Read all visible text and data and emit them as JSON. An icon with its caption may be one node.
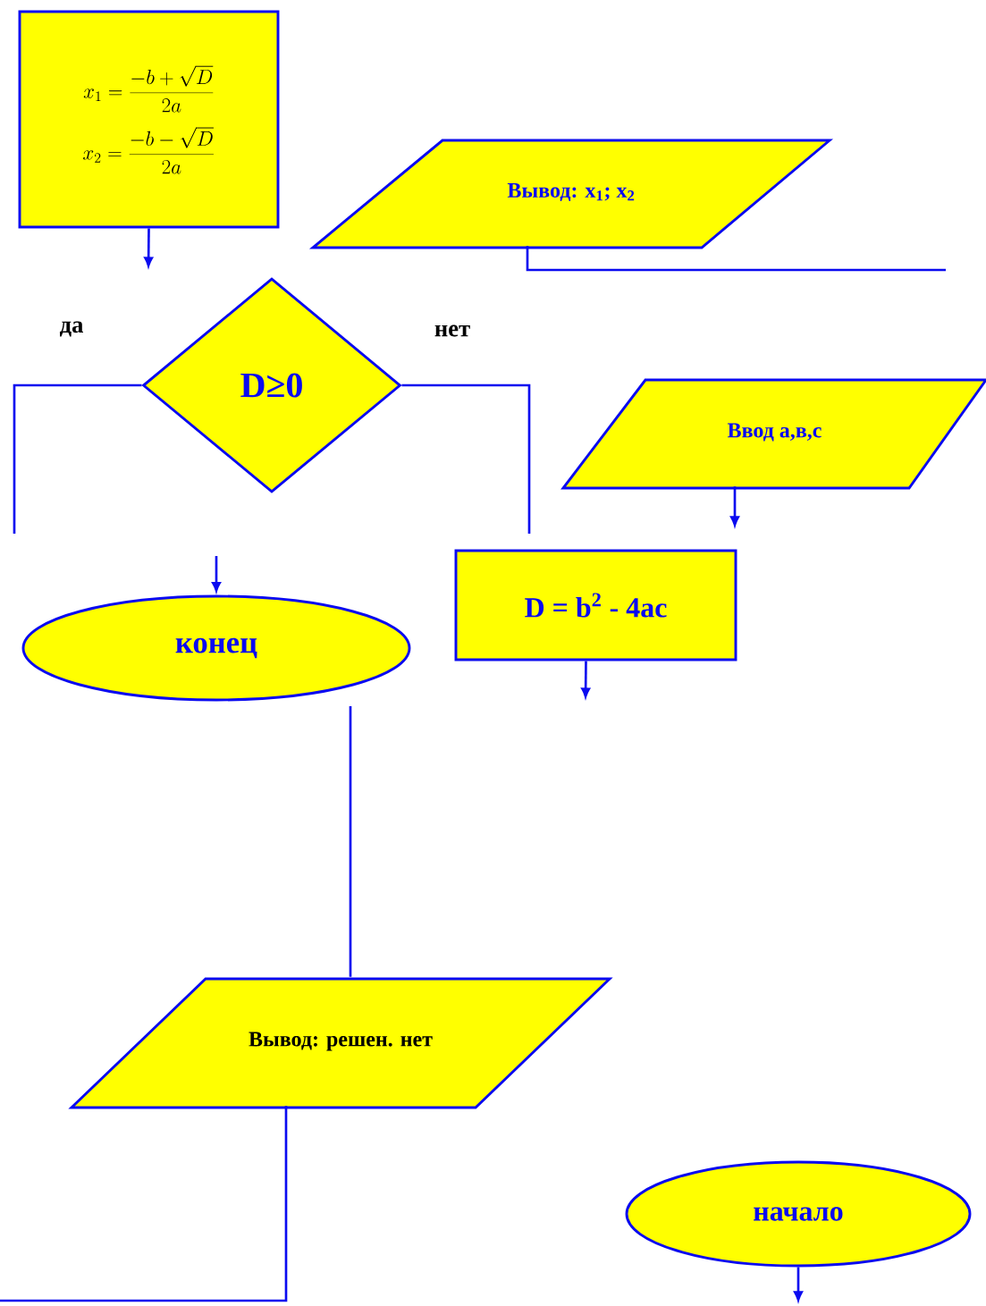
{
  "diagram": {
    "nodes": [
      {
        "text": [
          "x_1 = \\frac{-b+\\sqrt{D}}{2a}",
          "x_2 = \\frac{-b-\\sqrt{D}}{2a}"
        ]
      },
      {
        "text": [
          "Вывод: x$_{1}$; x$_{2}$"
        ]
      },
      {
        "text": [
          "D≥0"
        ]
      },
      {
        "text": [
          "Ввод  а,в,с"
        ]
      },
      {
        "text": [
          "конец"
        ]
      },
      {
        "text": [
          "D = b$^{2}$ - 4ac"
        ]
      },
      {
        "text": [
          "Вывод: решен. нет"
        ]
      },
      {
        "text": [
          "начало"
        ]
      }
    ],
    "edges": [
      {
        "from": 0,
        "to": null,
        "arrow": "to"
      },
      {
        "from": 1,
        "to": null,
        "arrow": "none"
      },
      {
        "from": 2,
        "to": null,
        "arrow": "none"
      },
      {
        "from": 2,
        "to": null,
        "arrow": "none"
      },
      {
        "from": null,
        "to": 4,
        "arrow": "to"
      },
      {
        "from": 3,
        "to": null,
        "arrow": "to"
      },
      {
        "from": 5,
        "to": null,
        "arrow": "to"
      },
      {
        "from": null,
        "to": 6,
        "arrow": "none"
      },
      {
        "from": 6,
        "to": null,
        "arrow": "none"
      },
      {
        "from": 7,
        "to": null,
        "arrow": "to"
      }
    ],
    "labels": [
      "да",
      "нет"
    ]
  }
}
